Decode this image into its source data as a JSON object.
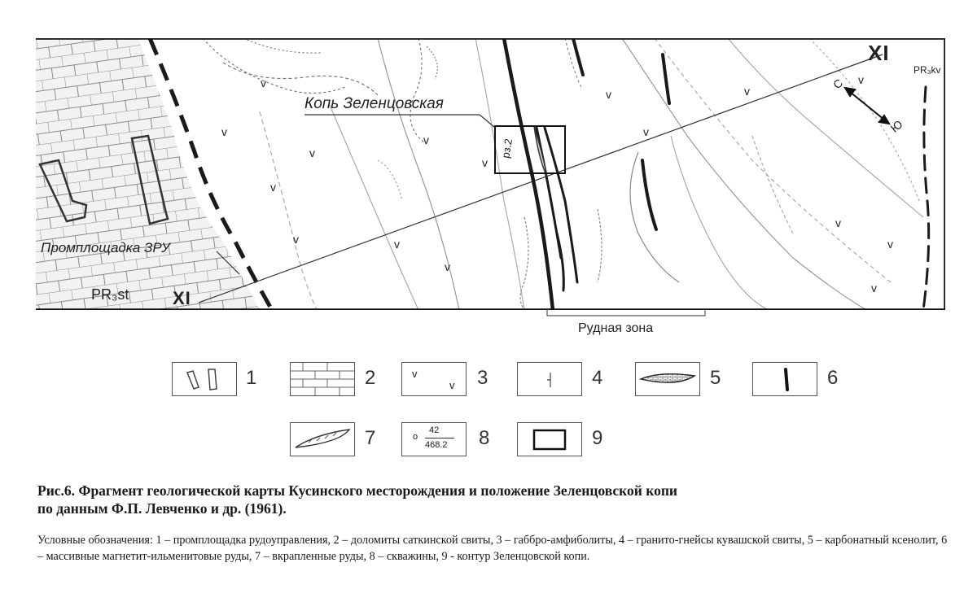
{
  "map": {
    "label_kop": "Копь Зеленцовская",
    "label_prom": "Промплощадка ЗРУ",
    "label_pr3st": "PR₃st",
    "label_xi_bottom": "XI",
    "label_xi_top": "XI",
    "label_pr3kv": "PR₃kv",
    "label_north": "С",
    "label_south": "Ю",
    "label_ore_zone": "Рудная зона",
    "label_pz2": "pз.2"
  },
  "legend": {
    "items": [
      {
        "num": "1",
        "symbol": "industrial-site"
      },
      {
        "num": "2",
        "symbol": "dolomite-brick"
      },
      {
        "num": "3",
        "symbol": "gabbro-v"
      },
      {
        "num": "4",
        "symbol": "granite-tick"
      },
      {
        "num": "5",
        "symbol": "carbonate-xenolith"
      },
      {
        "num": "6",
        "symbol": "massive-ore"
      },
      {
        "num": "7",
        "symbol": "disseminated-ore"
      },
      {
        "num": "8",
        "symbol": "borehole"
      },
      {
        "num": "9",
        "symbol": "kop-contour"
      }
    ],
    "borehole_top": "42",
    "borehole_bottom": "468.2",
    "borehole_mark": "o"
  },
  "caption": {
    "title_line1": "Рис.6. Фрагмент геологической карты Кусинского месторождения и положение Зеленцовской копи",
    "title_line2": "по данным Ф.П. Левченко и др. (1961).",
    "legend_text": "Условные обозначения: 1 – промплощадка рудоуправления, 2 – доломиты саткинской свиты, 3 – габбро-амфиболиты, 4 – гранито-гнейсы кувашской свиты, 5 – карбонатный ксенолит, 6 – массивные магнетит-ильменитовые руды, 7 – вкрапленные руды, 8 – скважины, 9 - контур Зеленцовской копи."
  },
  "colors": {
    "line": "#1a1a1a",
    "contour": "#777777",
    "grid": "#888888"
  }
}
